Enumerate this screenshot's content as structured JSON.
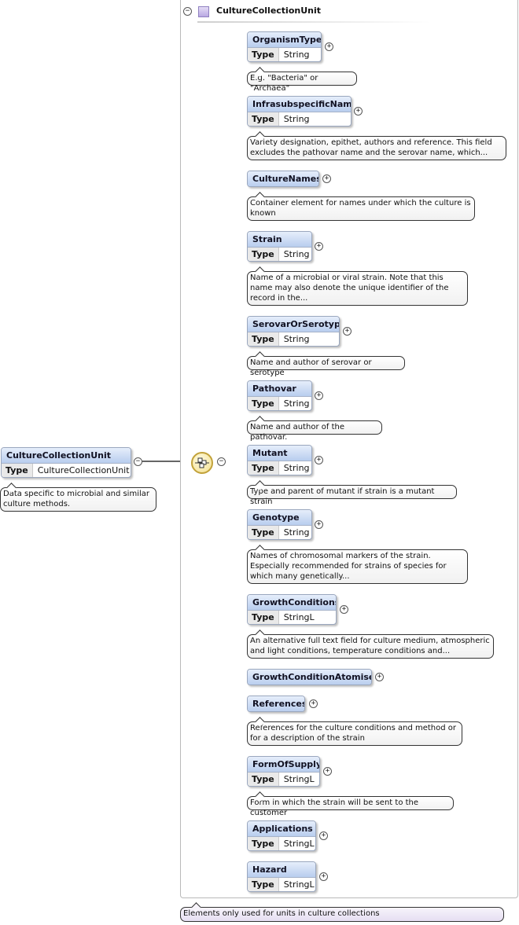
{
  "root": {
    "name": "CultureCollectionUnit",
    "type_label": "Type",
    "type_value": "CultureCollectionUnit",
    "doc": "Data specific to microbial and similar culture methods."
  },
  "container": {
    "title": "CultureCollectionUnit",
    "doc": "Elements only used for units in culture collections"
  },
  "elements": [
    {
      "name": "OrganismType",
      "type_label": "Type",
      "type_value": "String",
      "doc": "E.g. \"Bacteria\" or \"Archaea\""
    },
    {
      "name": "InfrasubspecificName",
      "type_label": "Type",
      "type_value": "String",
      "doc": "Variety designation, epithet, authors and reference. This field excludes the pathovar name and the serovar name, which..."
    },
    {
      "name": "CultureNames",
      "doc": "Container element for names under which the culture is known"
    },
    {
      "name": "Strain",
      "type_label": "Type",
      "type_value": "String",
      "doc": "Name of a microbial or viral strain. Note that this name may also denote the unique identifier of the record in the..."
    },
    {
      "name": "SerovarOrSerotype",
      "type_label": "Type",
      "type_value": "String",
      "doc": "Name and author of serovar or serotype"
    },
    {
      "name": "Pathovar",
      "type_label": "Type",
      "type_value": "String",
      "doc": "Name and author of the pathovar."
    },
    {
      "name": "Mutant",
      "type_label": "Type",
      "type_value": "String",
      "doc": "Type and parent of mutant if strain is a mutant strain"
    },
    {
      "name": "Genotype",
      "type_label": "Type",
      "type_value": "String",
      "doc": "Names of chromosomal markers of the strain. Especially recommended for strains of species for which many genetically..."
    },
    {
      "name": "GrowthConditions",
      "type_label": "Type",
      "type_value": "StringL",
      "doc": "An alternative full text field for culture medium, atmospheric and light conditions, temperature conditions and..."
    },
    {
      "name": "GrowthConditionAtomised"
    },
    {
      "name": "References",
      "doc": "References for the culture conditions and method or for a description of the strain"
    },
    {
      "name": "FormOfSupply",
      "type_label": "Type",
      "type_value": "StringL",
      "doc": "Form in which the strain will be sent to the customer"
    },
    {
      "name": "Applications",
      "type_label": "Type",
      "type_value": "StringL"
    },
    {
      "name": "Hazard",
      "type_label": "Type",
      "type_value": "StringL"
    }
  ]
}
